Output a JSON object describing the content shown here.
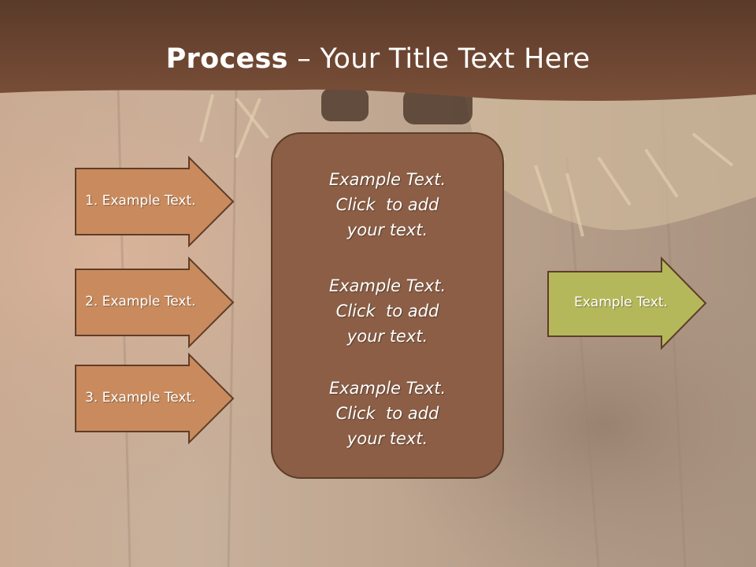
{
  "title": {
    "bold": "Process",
    "rest": " – Your Title Text Here"
  },
  "left_steps": [
    {
      "label": "1. Example Text."
    },
    {
      "label": "2. Example Text."
    },
    {
      "label": "3. Example Text."
    }
  ],
  "center_items": [
    {
      "line1": "Example Text.",
      "line2": "Click  to add",
      "line3": "your text."
    },
    {
      "line1": "Example Text.",
      "line2": "Click  to add",
      "line3": "your text."
    },
    {
      "line1": "Example Text.",
      "line2": "Click  to add",
      "line3": "your text."
    }
  ],
  "result": {
    "label": "Example Text."
  },
  "colors": {
    "header_brown": "#6b4430",
    "step_arrow": "#c98b5d",
    "center_box": "#8b5e45",
    "result_arrow": "#b5b85a"
  }
}
